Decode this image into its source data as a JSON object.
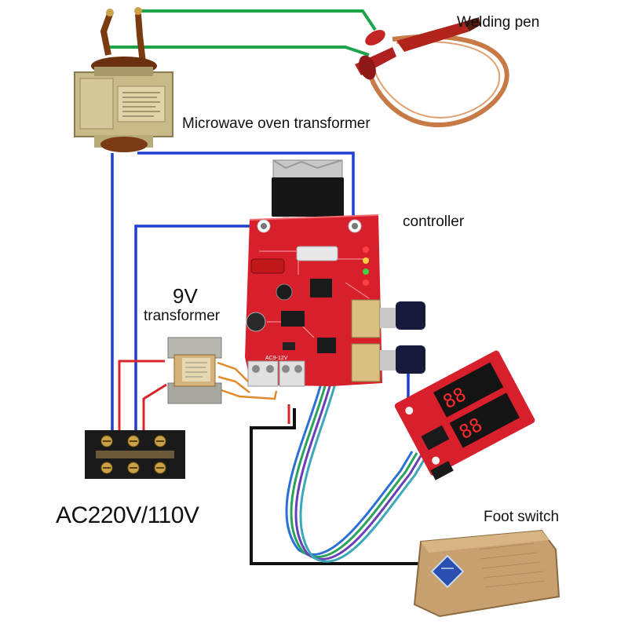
{
  "labels": {
    "welding_pen": "Welding pen",
    "microwave_transformer": "Microwave oven transformer",
    "controller": "controller",
    "nine_v": "9V",
    "transformer": "transformer",
    "mains": "AC220V/110V",
    "foot_switch": "Foot switch"
  },
  "board_text": {
    "terminal_label": "AC9-12V"
  },
  "colors": {
    "wire_blue": "#1f3fd0",
    "wire_green": "#1fa34a",
    "wire_red": "#d8242a",
    "wire_black": "#111111",
    "wire_orange": "#e08a2a",
    "pcb_red": "#d8202c",
    "pen_copper": "#c77a45",
    "pedal_tan": "#c8a070"
  }
}
